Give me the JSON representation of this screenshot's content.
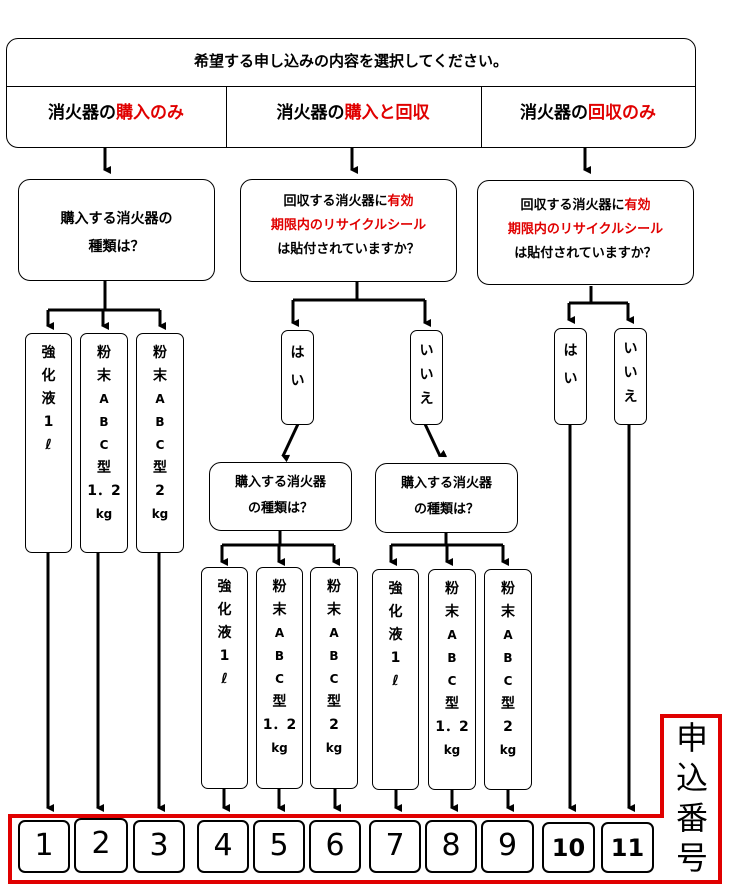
{
  "header": {
    "question": "希望する申し込みの内容を選択してください。",
    "options": [
      {
        "prefix": "消火器の",
        "highlight": "購入のみ"
      },
      {
        "prefix": "消火器の",
        "highlight": "購入と回収"
      },
      {
        "prefix": "消火器の",
        "highlight": "回収のみ"
      }
    ]
  },
  "questions": {
    "type_q_line1": "購入する消火器の",
    "type_q_line2": "種類は？",
    "seal_q_1": {
      "a": "回収する消火器に",
      "b": "有効",
      "c": "期限内のリサイクルシール",
      "d": "は貼付されていますか？"
    },
    "seal_q_2": {
      "a": "回収する消火器に",
      "b": "有効",
      "c": "期限内のリサイクルシール",
      "d": "は貼付されていますか？"
    },
    "type_q2_line1": "購入する消火器",
    "type_q2_line2": "の種類は？",
    "type_q3_line1": "購入する消火器",
    "type_q3_line2": "の種類は？"
  },
  "answers": {
    "yes": [
      "は",
      "い"
    ],
    "no": [
      "い",
      "い",
      "え"
    ]
  },
  "types": {
    "liquid": [
      "強",
      "化",
      "液",
      "1",
      "ℓ"
    ],
    "powder_small": [
      "粉",
      "末",
      "A",
      "B",
      "C",
      "型",
      "1．2",
      "kg"
    ],
    "powder_large": [
      "粉",
      "末",
      "A",
      "B",
      "C",
      "型",
      "2",
      "kg"
    ]
  },
  "numbers": [
    "1",
    "2",
    "3",
    "4",
    "5",
    "6",
    "7",
    "8",
    "9",
    "10",
    "11"
  ],
  "apply_label": [
    "申",
    "込",
    "番",
    "号"
  ],
  "colors": {
    "highlight": "#e00000",
    "frame": "#e00000",
    "line": "#000000"
  }
}
